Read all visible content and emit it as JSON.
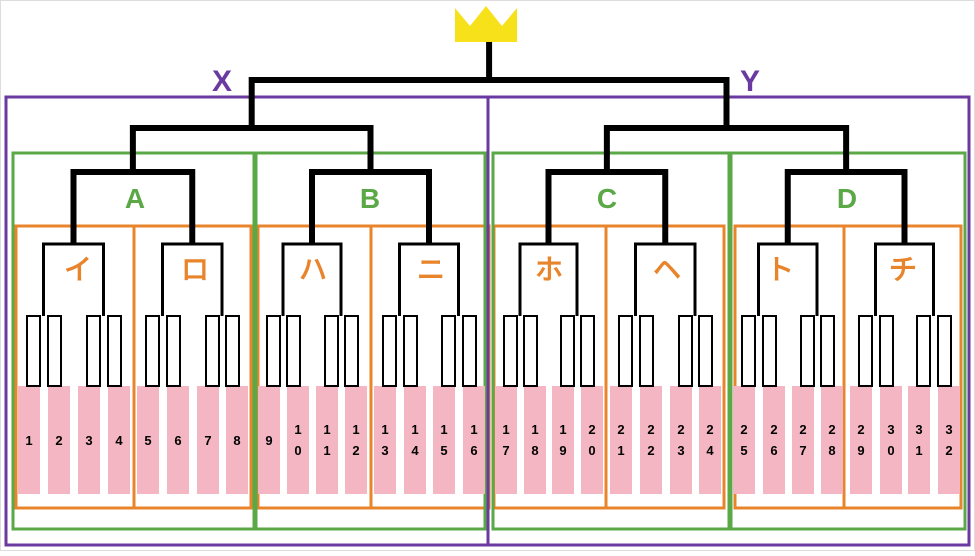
{
  "colors": {
    "line": "#000000",
    "crown": "#f7e11a",
    "purple": "#6b3aa0",
    "green": "#5aa846",
    "orange": "#e8842b",
    "slot": "#f4b6c2",
    "white": "#ffffff"
  },
  "icons": {
    "crown": "crown-icon"
  },
  "halves": [
    {
      "label": "X"
    },
    {
      "label": "Y"
    }
  ],
  "blocks": [
    {
      "label": "A"
    },
    {
      "label": "B"
    },
    {
      "label": "C"
    },
    {
      "label": "D"
    }
  ],
  "sub_blocks": [
    {
      "label": "イ"
    },
    {
      "label": "ロ"
    },
    {
      "label": "ハ"
    },
    {
      "label": "ニ"
    },
    {
      "label": "ホ"
    },
    {
      "label": "ヘ"
    },
    {
      "label": "ト"
    },
    {
      "label": "チ"
    }
  ],
  "slots": [
    {
      "lines": [
        "1"
      ]
    },
    {
      "lines": [
        "2"
      ]
    },
    {
      "lines": [
        "3"
      ]
    },
    {
      "lines": [
        "4"
      ]
    },
    {
      "lines": [
        "5"
      ]
    },
    {
      "lines": [
        "6"
      ]
    },
    {
      "lines": [
        "7"
      ]
    },
    {
      "lines": [
        "8"
      ]
    },
    {
      "lines": [
        "9"
      ]
    },
    {
      "lines": [
        "1",
        "0"
      ]
    },
    {
      "lines": [
        "1",
        "1"
      ]
    },
    {
      "lines": [
        "1",
        "2"
      ]
    },
    {
      "lines": [
        "1",
        "3"
      ]
    },
    {
      "lines": [
        "1",
        "4"
      ]
    },
    {
      "lines": [
        "1",
        "5"
      ]
    },
    {
      "lines": [
        "1",
        "6"
      ]
    },
    {
      "lines": [
        "1",
        "7"
      ]
    },
    {
      "lines": [
        "1",
        "8"
      ]
    },
    {
      "lines": [
        "1",
        "9"
      ]
    },
    {
      "lines": [
        "2",
        "0"
      ]
    },
    {
      "lines": [
        "2",
        "1"
      ]
    },
    {
      "lines": [
        "2",
        "2"
      ]
    },
    {
      "lines": [
        "2",
        "3"
      ]
    },
    {
      "lines": [
        "2",
        "4"
      ]
    },
    {
      "lines": [
        "2",
        "5"
      ]
    },
    {
      "lines": [
        "2",
        "6"
      ]
    },
    {
      "lines": [
        "2",
        "7"
      ]
    },
    {
      "lines": [
        "2",
        "8"
      ]
    },
    {
      "lines": [
        "2",
        "9"
      ]
    },
    {
      "lines": [
        "3",
        "0"
      ]
    },
    {
      "lines": [
        "3",
        "1"
      ]
    },
    {
      "lines": [
        "3",
        "2"
      ]
    }
  ]
}
